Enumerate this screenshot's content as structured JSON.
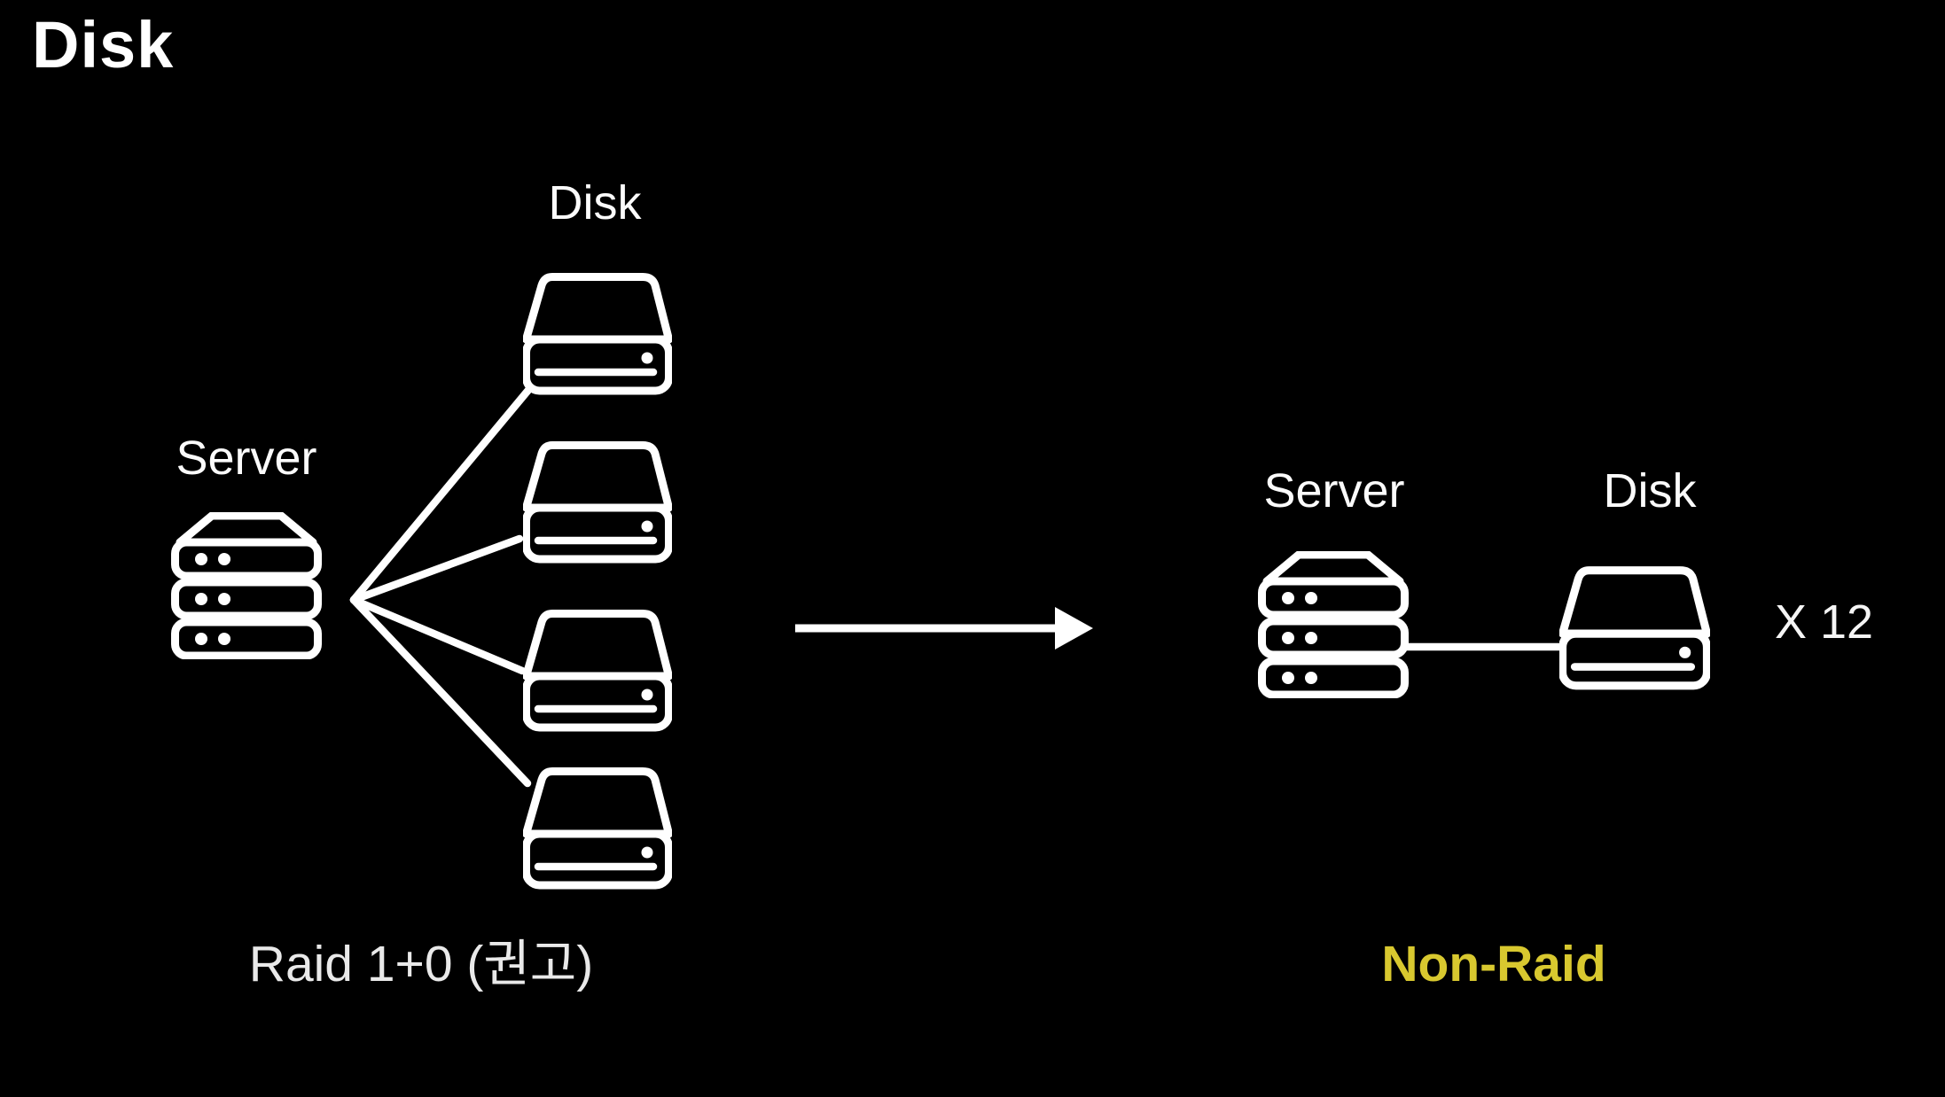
{
  "title": "Disk",
  "colors": {
    "background": "#000000",
    "foreground": "#ffffff",
    "caption_muted": "#e9e9e9",
    "highlight": "#d8c82f"
  },
  "left_group": {
    "server_label": "Server",
    "disk_label": "Disk",
    "disk_count": 4,
    "icons": {
      "server": "server-stack-icon",
      "disk": "hard-drive-icon"
    },
    "caption": "Raid 1+0 (권고)"
  },
  "transition": {
    "icon": "right-arrow-icon"
  },
  "right_group": {
    "server_label": "Server",
    "disk_label": "Disk",
    "multiplier": "X 12",
    "icons": {
      "server": "server-stack-icon",
      "disk": "hard-drive-icon"
    },
    "caption": "Non-Raid"
  }
}
